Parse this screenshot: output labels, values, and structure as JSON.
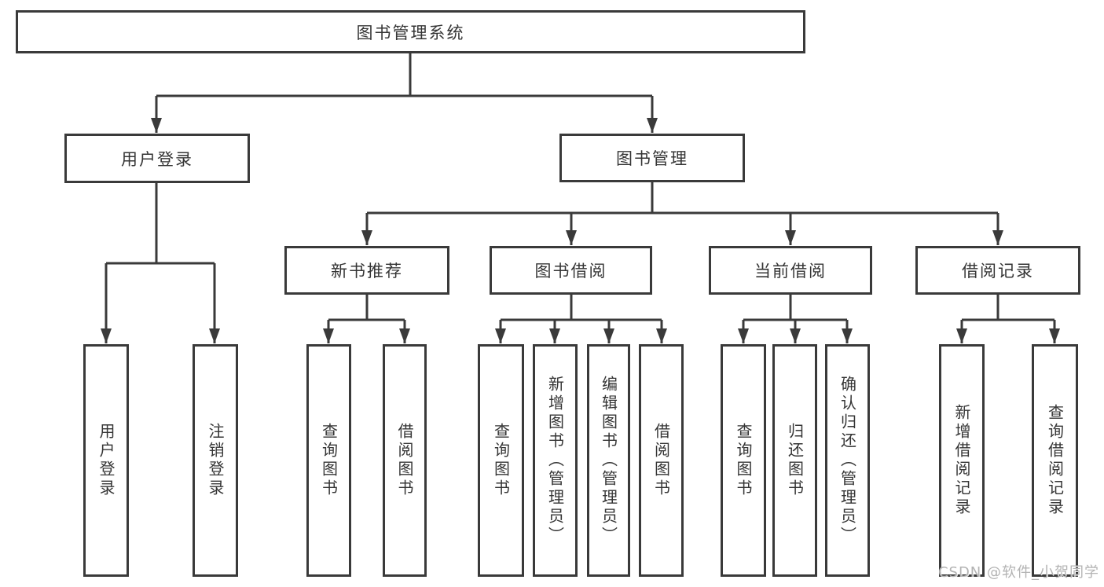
{
  "diagram": {
    "title": "图书管理系统",
    "root": {
      "label": "图书管理系统"
    },
    "branches": [
      {
        "label": "用户登录",
        "children": [
          {
            "label": "用户登录"
          },
          {
            "label": "注销登录"
          }
        ]
      },
      {
        "label": "图书管理",
        "children": [
          {
            "label": "新书推荐",
            "children": [
              {
                "label": "查询图书"
              },
              {
                "label": "借阅图书"
              }
            ]
          },
          {
            "label": "图书借阅",
            "children": [
              {
                "label": "查询图书"
              },
              {
                "label": "新增图书（管理员）"
              },
              {
                "label": "编辑图书（管理员）"
              },
              {
                "label": "借阅图书"
              }
            ]
          },
          {
            "label": "当前借阅",
            "children": [
              {
                "label": "查询图书"
              },
              {
                "label": "归还图书"
              },
              {
                "label": "确认归还（管理员）"
              }
            ]
          },
          {
            "label": "借阅记录",
            "children": [
              {
                "label": "新增借阅记录"
              },
              {
                "label": "查询借阅记录"
              }
            ]
          }
        ]
      }
    ]
  },
  "watermark": "CSDN @软件_小贺同学",
  "colors": {
    "line": "#3a3a3a",
    "box_border": "#3a3a3a",
    "text": "#353535",
    "watermark": "#b3b3b3",
    "background": "#ffffff"
  }
}
